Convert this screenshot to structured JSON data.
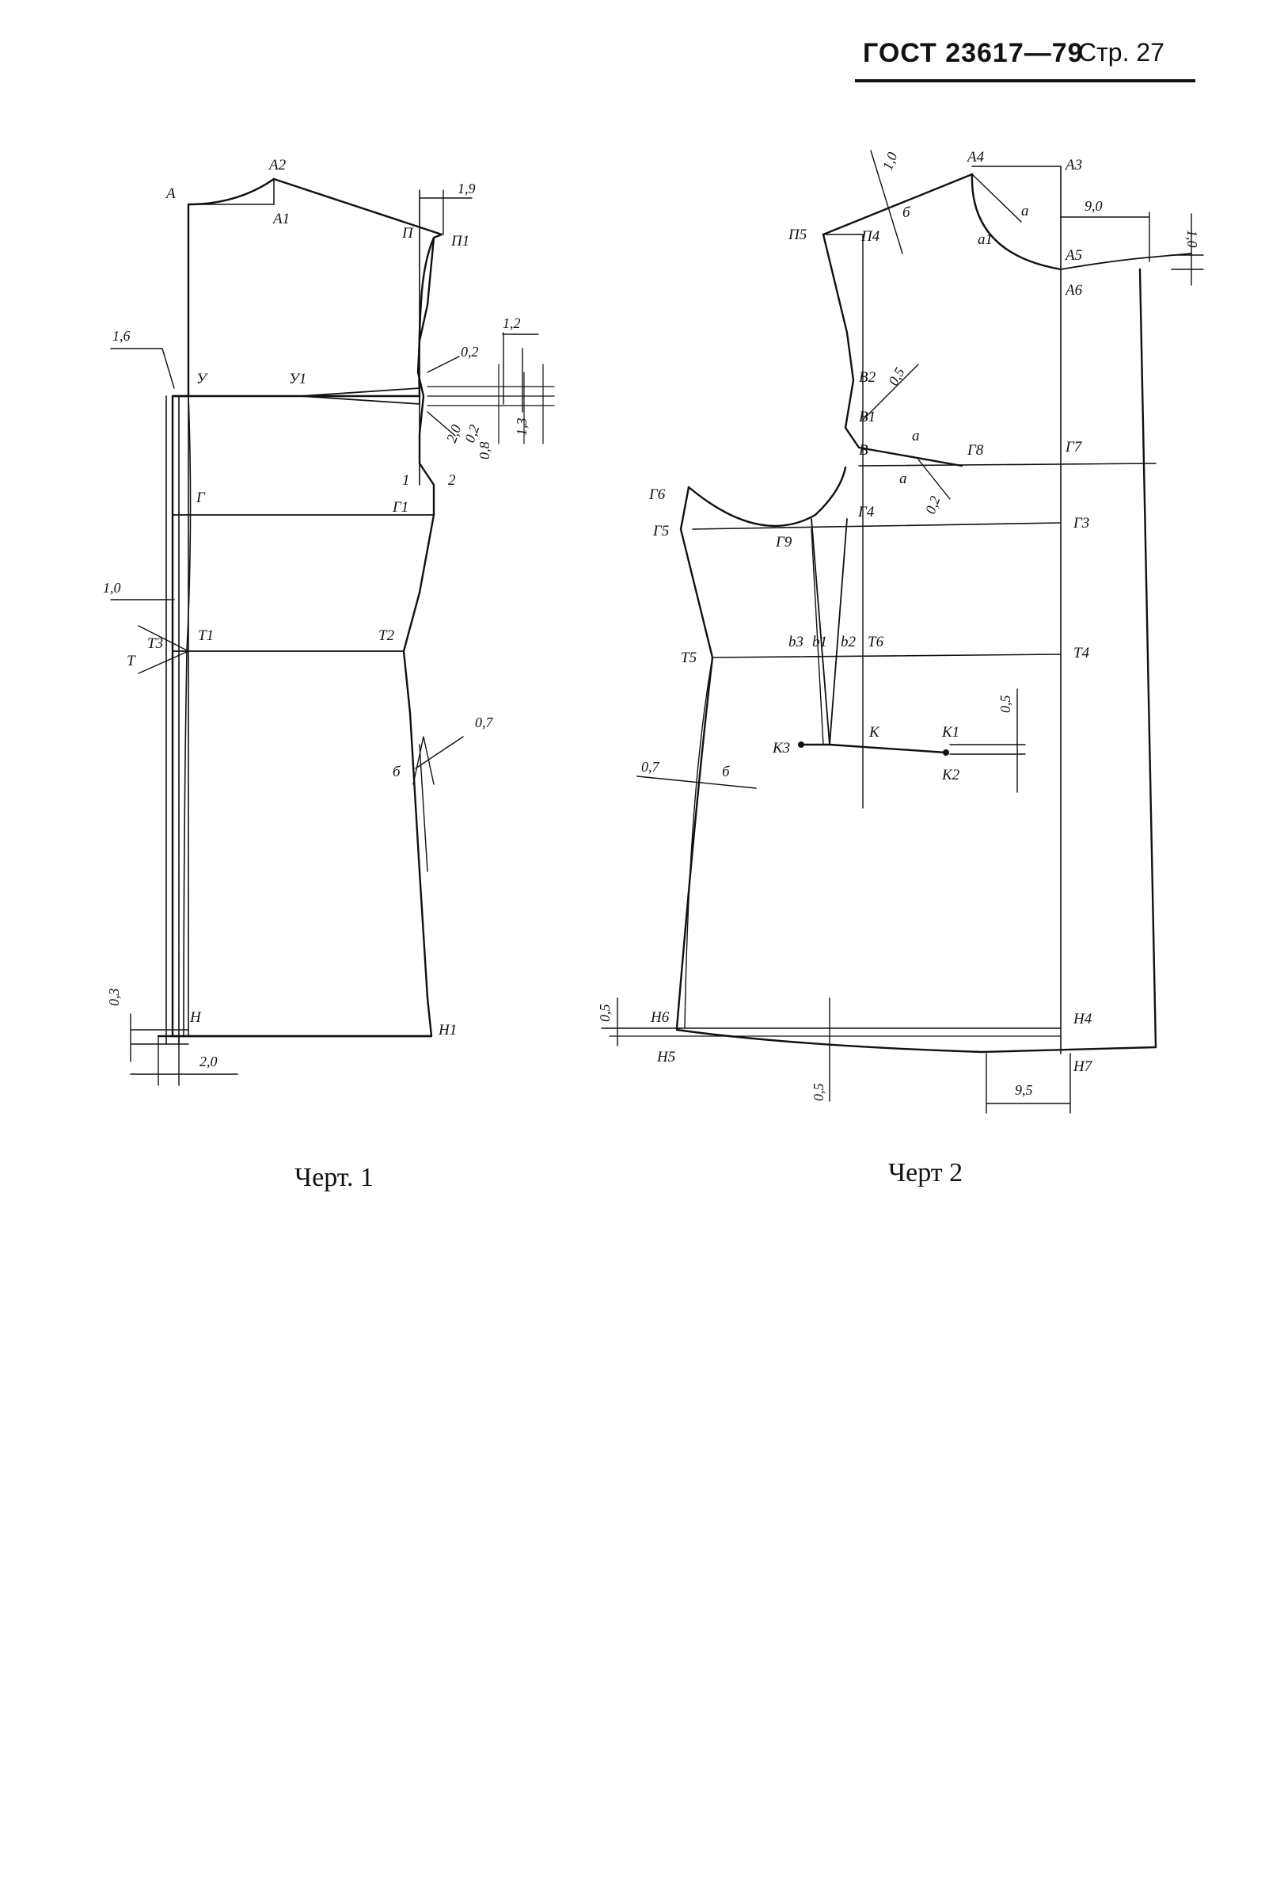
{
  "header": {
    "doc_id": "ГОСТ 23617—79",
    "page": "Стр. 27"
  },
  "figures": [
    {
      "caption": "Черт. 1",
      "labels": {
        "a": "А",
        "a1": "А1",
        "a2": "А2",
        "p": "П",
        "p1": "П1",
        "u": "У",
        "u1": "У1",
        "g": "Г",
        "g1": "Г1",
        "t": "Т",
        "t1": "Т1",
        "t2": "Т2",
        "t3": "Т3",
        "n": "Н",
        "n1": "Н1",
        "one": "1",
        "two": "2",
        "b": "б"
      },
      "dimensions": {
        "d19": "1,9",
        "d12": "1,2",
        "d02a": "0,2",
        "d13": "1,3",
        "d20": "2,0",
        "d08": "0,8",
        "d02b": "0,2",
        "d16": "1,6",
        "d10": "1,0",
        "d07": "0,7",
        "d03": "0,3",
        "d20b": "2,0"
      }
    },
    {
      "caption": "Черт 2",
      "labels": {
        "a4": "А4",
        "a3": "А3",
        "a5": "А5",
        "a6": "А6",
        "a": "а",
        "a1s": "а1",
        "p4": "П4",
        "p5": "П5",
        "b": "б",
        "v2": "В2",
        "v1": "В1",
        "v": "В",
        "g7": "Г7",
        "g8": "Г8",
        "g4": "Г4",
        "g3": "Г3",
        "g6": "Г6",
        "g5": "Г5",
        "g9": "Г9",
        "t4": "Т4",
        "t5": "Т5",
        "t6": "Т6",
        "b1": "b1",
        "b2": "b2",
        "b3": "b3",
        "k": "К",
        "k1": "К1",
        "k2": "К2",
        "k3": "К3",
        "n4": "Н4",
        "n5": "Н5",
        "n6": "Н6",
        "n7": "Н7",
        "a2s": "а",
        "a3s": "а",
        "b2s": "б"
      },
      "dimensions": {
        "d10": "1,0",
        "d90": "9,0",
        "d10b": "1,0",
        "d05a": "0,5",
        "d02": "0,2",
        "d05b": "0,5",
        "d07": "0,7",
        "d05c": "0,5",
        "d05d": "0,5",
        "d95": "9,5"
      }
    }
  ]
}
